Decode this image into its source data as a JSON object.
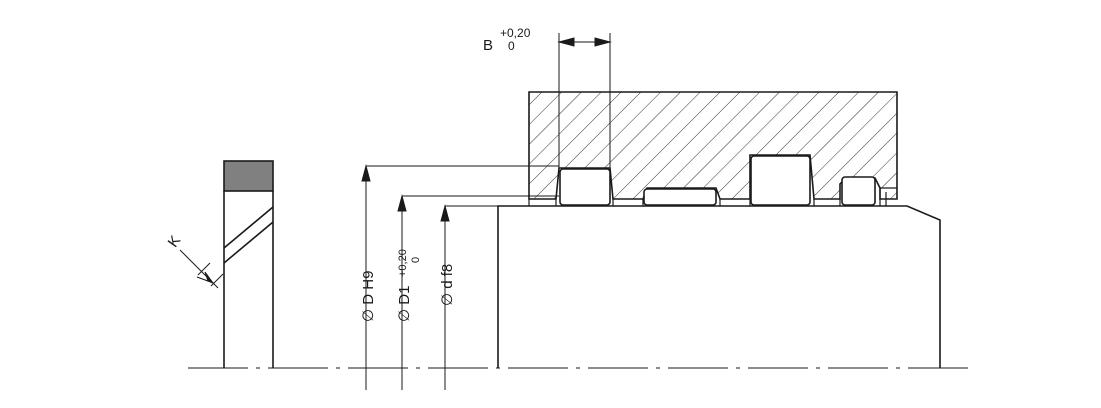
{
  "labels": {
    "b_dim": "B",
    "b_tol_upper": "+0,20",
    "b_tol_lower": "0",
    "k": "K",
    "D_dim": "∅ D H9",
    "D1_dim": "∅ D1",
    "D1_tol_upper": "+0,20",
    "D1_tol_lower": "0",
    "d_dim": "∅ d f8"
  },
  "colors": {
    "line": "#1a1a1a",
    "seal_fill": "#808080",
    "background": "#ffffff"
  }
}
